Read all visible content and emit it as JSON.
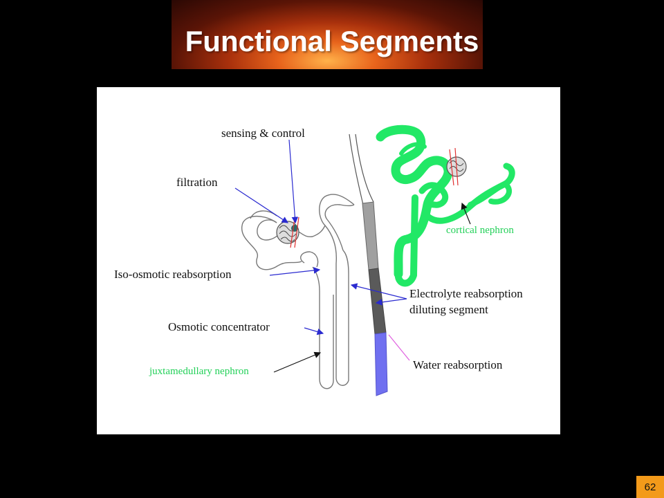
{
  "slide": {
    "title": "Functional Segments",
    "page_number": "62"
  },
  "diagram": {
    "labels": {
      "sensing_control": "sensing & control",
      "filtration": "filtration",
      "iso_osmotic": "Iso-osmotic reabsorption",
      "osmotic_concentrator": "Osmotic concentrator",
      "juxtamedullary": "juxtamedullary nephron",
      "cortical": "cortical nephron",
      "electrolyte": "Electrolyte reabsorption",
      "diluting": "diluting segment",
      "water": "Water reabsorption"
    },
    "colors": {
      "cortical_nephron": "#22e866",
      "label_green": "#22d058",
      "arrow_blue": "#2a2ad0",
      "collecting_gray": "#a0a0a0",
      "collecting_dark": "#5a5a5a",
      "collecting_blue": "#7070f0",
      "capillary_red": "#e03030"
    }
  }
}
